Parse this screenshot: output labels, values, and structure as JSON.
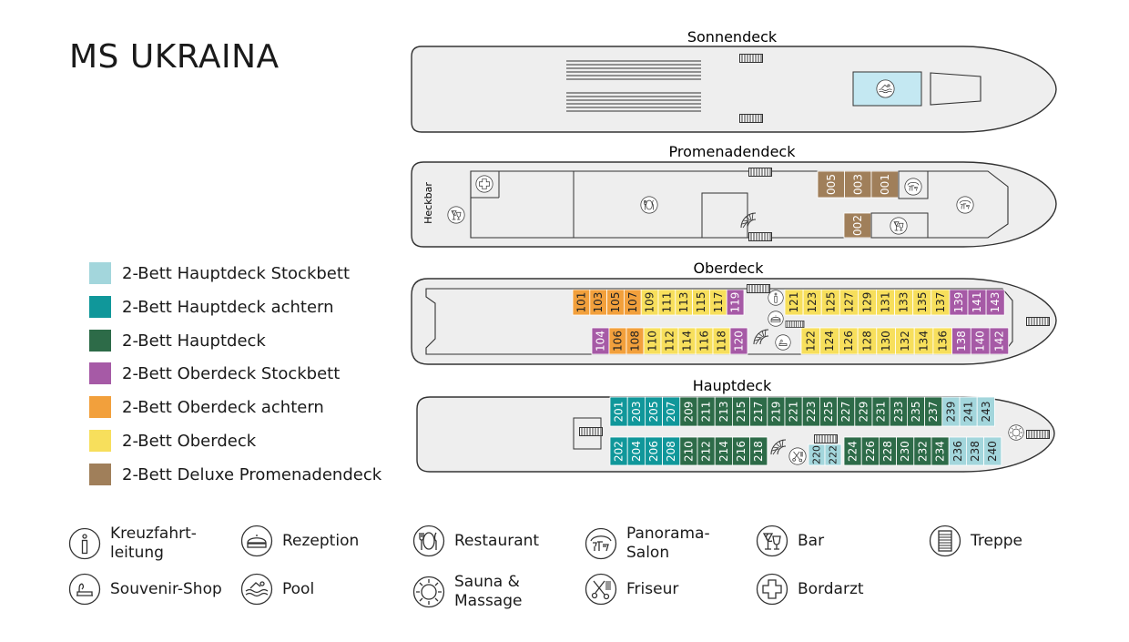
{
  "title": "MS UKRAINA",
  "colors": {
    "hauptdeck_stockbett": "#a3d6dc",
    "hauptdeck_achtern": "#10979a",
    "hauptdeck": "#2d6b48",
    "oberdeck_stockbett": "#a65aa6",
    "oberdeck_achtern": "#f2a03c",
    "oberdeck": "#f7df5c",
    "deluxe": "#a07f5a"
  },
  "legend": [
    {
      "label": "2-Bett Hauptdeck Stockbett",
      "color": "#a3d6dc"
    },
    {
      "label": "2-Bett Hauptdeck achtern",
      "color": "#10979a"
    },
    {
      "label": "2-Bett Hauptdeck",
      "color": "#2d6b48"
    },
    {
      "label": "2-Bett Oberdeck Stockbett",
      "color": "#a65aa6"
    },
    {
      "label": "2-Bett Oberdeck achtern",
      "color": "#f2a03c"
    },
    {
      "label": "2-Bett Oberdeck",
      "color": "#f7df5c"
    },
    {
      "label": "2-Bett Deluxe Promenadendeck",
      "color": "#a07f5a"
    }
  ],
  "decks": {
    "sonnendeck": {
      "label": "Sonnendeck"
    },
    "promenadendeck": {
      "label": "Promenadendeck",
      "heckbar": "Heckbar",
      "cabins": [
        {
          "num": "005",
          "cat": "deluxe"
        },
        {
          "num": "003",
          "cat": "deluxe"
        },
        {
          "num": "001",
          "cat": "deluxe"
        },
        {
          "num": "002",
          "cat": "deluxe"
        }
      ]
    },
    "oberdeck": {
      "label": "Oberdeck",
      "top_aft": [
        {
          "num": "101",
          "cat": "oberdeck_achtern"
        },
        {
          "num": "103",
          "cat": "oberdeck_achtern"
        },
        {
          "num": "105",
          "cat": "oberdeck_achtern"
        },
        {
          "num": "107",
          "cat": "oberdeck_achtern"
        },
        {
          "num": "109",
          "cat": "oberdeck"
        },
        {
          "num": "111",
          "cat": "oberdeck"
        },
        {
          "num": "113",
          "cat": "oberdeck"
        },
        {
          "num": "115",
          "cat": "oberdeck"
        },
        {
          "num": "117",
          "cat": "oberdeck"
        },
        {
          "num": "119",
          "cat": "oberdeck_stockbett"
        }
      ],
      "top_fwd": [
        {
          "num": "121",
          "cat": "oberdeck"
        },
        {
          "num": "123",
          "cat": "oberdeck"
        },
        {
          "num": "125",
          "cat": "oberdeck"
        },
        {
          "num": "127",
          "cat": "oberdeck"
        },
        {
          "num": "129",
          "cat": "oberdeck"
        },
        {
          "num": "131",
          "cat": "oberdeck"
        },
        {
          "num": "133",
          "cat": "oberdeck"
        },
        {
          "num": "135",
          "cat": "oberdeck"
        },
        {
          "num": "137",
          "cat": "oberdeck"
        },
        {
          "num": "139",
          "cat": "oberdeck_stockbett"
        },
        {
          "num": "141",
          "cat": "oberdeck_stockbett"
        },
        {
          "num": "143",
          "cat": "oberdeck_stockbett"
        }
      ],
      "bottom_aft": [
        {
          "num": "104",
          "cat": "oberdeck_stockbett"
        },
        {
          "num": "106",
          "cat": "oberdeck_achtern"
        },
        {
          "num": "108",
          "cat": "oberdeck_achtern"
        },
        {
          "num": "110",
          "cat": "oberdeck"
        },
        {
          "num": "112",
          "cat": "oberdeck"
        },
        {
          "num": "114",
          "cat": "oberdeck"
        },
        {
          "num": "116",
          "cat": "oberdeck"
        },
        {
          "num": "118",
          "cat": "oberdeck"
        },
        {
          "num": "120",
          "cat": "oberdeck_stockbett"
        }
      ],
      "bottom_fwd": [
        {
          "num": "122",
          "cat": "oberdeck"
        },
        {
          "num": "124",
          "cat": "oberdeck"
        },
        {
          "num": "126",
          "cat": "oberdeck"
        },
        {
          "num": "128",
          "cat": "oberdeck"
        },
        {
          "num": "130",
          "cat": "oberdeck"
        },
        {
          "num": "132",
          "cat": "oberdeck"
        },
        {
          "num": "134",
          "cat": "oberdeck"
        },
        {
          "num": "136",
          "cat": "oberdeck"
        },
        {
          "num": "138",
          "cat": "oberdeck_stockbett"
        },
        {
          "num": "140",
          "cat": "oberdeck_stockbett"
        },
        {
          "num": "142",
          "cat": "oberdeck_stockbett"
        }
      ]
    },
    "hauptdeck": {
      "label": "Hauptdeck",
      "top": [
        {
          "num": "201",
          "cat": "hauptdeck_achtern"
        },
        {
          "num": "203",
          "cat": "hauptdeck_achtern"
        },
        {
          "num": "205",
          "cat": "hauptdeck_achtern"
        },
        {
          "num": "207",
          "cat": "hauptdeck_achtern"
        },
        {
          "num": "209",
          "cat": "hauptdeck"
        },
        {
          "num": "211",
          "cat": "hauptdeck"
        },
        {
          "num": "213",
          "cat": "hauptdeck"
        },
        {
          "num": "215",
          "cat": "hauptdeck"
        },
        {
          "num": "217",
          "cat": "hauptdeck"
        },
        {
          "num": "219",
          "cat": "hauptdeck"
        },
        {
          "num": "221",
          "cat": "hauptdeck"
        },
        {
          "num": "223",
          "cat": "hauptdeck"
        },
        {
          "num": "225",
          "cat": "hauptdeck"
        },
        {
          "num": "227",
          "cat": "hauptdeck"
        },
        {
          "num": "229",
          "cat": "hauptdeck"
        },
        {
          "num": "231",
          "cat": "hauptdeck"
        },
        {
          "num": "233",
          "cat": "hauptdeck"
        },
        {
          "num": "235",
          "cat": "hauptdeck"
        },
        {
          "num": "237",
          "cat": "hauptdeck"
        },
        {
          "num": "239",
          "cat": "hauptdeck_stockbett"
        },
        {
          "num": "241",
          "cat": "hauptdeck_stockbett"
        },
        {
          "num": "243",
          "cat": "hauptdeck_stockbett"
        }
      ],
      "bottom_aft": [
        {
          "num": "202",
          "cat": "hauptdeck_achtern"
        },
        {
          "num": "204",
          "cat": "hauptdeck_achtern"
        },
        {
          "num": "206",
          "cat": "hauptdeck_achtern"
        },
        {
          "num": "208",
          "cat": "hauptdeck_achtern"
        },
        {
          "num": "210",
          "cat": "hauptdeck"
        },
        {
          "num": "212",
          "cat": "hauptdeck"
        },
        {
          "num": "214",
          "cat": "hauptdeck"
        },
        {
          "num": "216",
          "cat": "hauptdeck"
        },
        {
          "num": "218",
          "cat": "hauptdeck"
        }
      ],
      "bottom_mid": [
        {
          "num": "220",
          "cat": "hauptdeck_stockbett"
        },
        {
          "num": "222",
          "cat": "hauptdeck_stockbett"
        }
      ],
      "bottom_fwd": [
        {
          "num": "224",
          "cat": "hauptdeck"
        },
        {
          "num": "226",
          "cat": "hauptdeck"
        },
        {
          "num": "228",
          "cat": "hauptdeck"
        },
        {
          "num": "230",
          "cat": "hauptdeck"
        },
        {
          "num": "232",
          "cat": "hauptdeck"
        },
        {
          "num": "234",
          "cat": "hauptdeck"
        },
        {
          "num": "236",
          "cat": "hauptdeck_stockbett"
        },
        {
          "num": "238",
          "cat": "hauptdeck_stockbett"
        },
        {
          "num": "240",
          "cat": "hauptdeck_stockbett"
        }
      ]
    }
  },
  "icon_legend": [
    {
      "icon": "info-icon",
      "line1": "Kreuzfahrt-",
      "line2": "leitung"
    },
    {
      "icon": "reception-icon",
      "line1": "Rezeption",
      "line2": ""
    },
    {
      "icon": "restaurant-icon",
      "line1": "Restaurant",
      "line2": ""
    },
    {
      "icon": "panorama-salon-icon",
      "line1": "Panorama-",
      "line2": "Salon"
    },
    {
      "icon": "bar-icon",
      "line1": "Bar",
      "line2": ""
    },
    {
      "icon": "stairs-icon",
      "line1": "Treppe",
      "line2": ""
    },
    {
      "icon": "souvenir-shop-icon",
      "line1": "Souvenir-Shop",
      "line2": ""
    },
    {
      "icon": "pool-icon",
      "line1": "Pool",
      "line2": ""
    },
    {
      "icon": "sauna-icon",
      "line1": "Sauna &",
      "line2": "Massage"
    },
    {
      "icon": "hairdresser-icon",
      "line1": "Friseur",
      "line2": ""
    },
    {
      "icon": "doctor-icon",
      "line1": "Bordarzt",
      "line2": ""
    }
  ]
}
